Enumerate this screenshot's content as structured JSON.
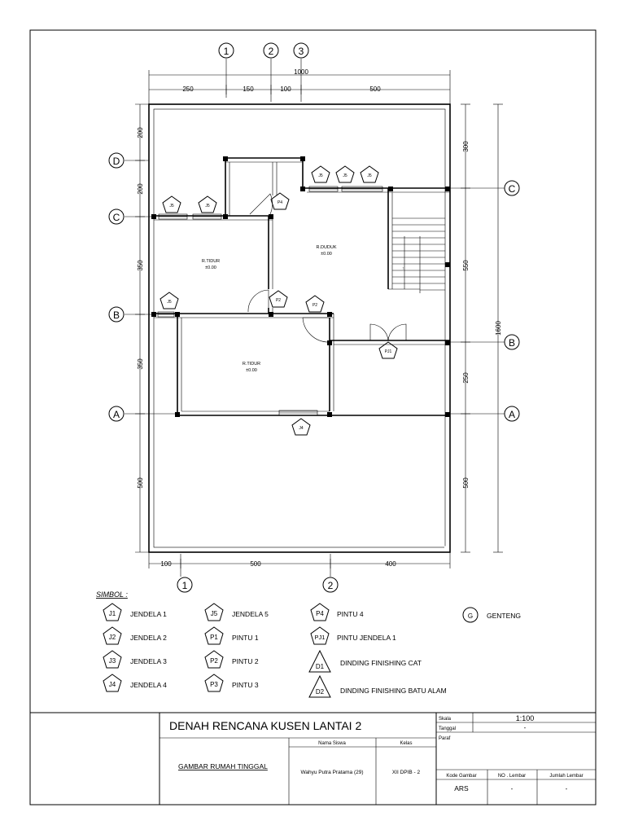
{
  "plan": {
    "grid_top": [
      "1",
      "2",
      "3"
    ],
    "grid_bottom": [
      "1",
      "2"
    ],
    "grid_left": [
      "D",
      "C",
      "B",
      "A"
    ],
    "grid_right": [
      "C",
      "B",
      "A"
    ],
    "dims_top": {
      "total": "1000",
      "seg1": "250",
      "seg2": "150",
      "seg3": "100",
      "seg4": "500"
    },
    "dims_bottom": {
      "seg1": "100",
      "seg2": "500",
      "seg3": "400"
    },
    "dims_left": {
      "seg1": "200",
      "seg2": "200",
      "seg3": "350",
      "seg4": "350",
      "seg5": "500"
    },
    "dims_right": {
      "total": "1600",
      "seg1": "300",
      "seg2": "550",
      "seg3": "250",
      "seg4": "500"
    },
    "rooms": [
      {
        "name": "R.TIDUR",
        "level": "±0.00"
      },
      {
        "name": "R.DUDUK",
        "level": "±0.00"
      },
      {
        "name": "R.TIDUR",
        "level": "±0.00"
      }
    ],
    "tags": {
      "j5": "J5",
      "j4": "J4",
      "p4": "P4",
      "p2": "P2",
      "pj1": "PJ1"
    },
    "stair_mark": "↑"
  },
  "legend": {
    "title": "SIMBOL :",
    "items": [
      {
        "tag": "J1",
        "label": "JENDELA 1"
      },
      {
        "tag": "J2",
        "label": "JENDELA 2"
      },
      {
        "tag": "J3",
        "label": "JENDELA 3"
      },
      {
        "tag": "J4",
        "label": "JENDELA 4"
      },
      {
        "tag": "J5",
        "label": "JENDELA 5"
      },
      {
        "tag": "P1",
        "label": "PINTU 1"
      },
      {
        "tag": "P2",
        "label": "PINTU 2"
      },
      {
        "tag": "P3",
        "label": "PINTU 3"
      },
      {
        "tag": "P4",
        "label": "PINTU 4"
      },
      {
        "tag": "PJ1",
        "label": "PINTU JENDELA 1"
      },
      {
        "tag": "D1",
        "label": "DINDING FINISHING CAT"
      },
      {
        "tag": "D2",
        "label": "DINDING FINISHING BATU ALAM"
      },
      {
        "tag": "G",
        "label": "GENTENG"
      }
    ]
  },
  "titleblock": {
    "drawing_title": "DENAH RENCANA KUSEN LANTAI 2",
    "project": "GAMBAR RUMAH TINGGAL",
    "nama_siswa_label": "Nama Siswa",
    "nama_siswa_value": "Wahyu Putra Pratama (29)",
    "kelas_label": "Kelas",
    "kelas_value": "XII DPIB - 2",
    "skala_label": "Skala",
    "skala_value": "1:100",
    "tanggal_label": "Tanggal",
    "tanggal_value": "-",
    "paraf_label": "Paraf",
    "kode_label": "Kode Gambar",
    "kode_value": "ARS",
    "no_lembar_label": "NO . Lembar",
    "no_lembar_value": "-",
    "jumlah_label": "Jumlah Lembar",
    "jumlah_value": "-"
  }
}
